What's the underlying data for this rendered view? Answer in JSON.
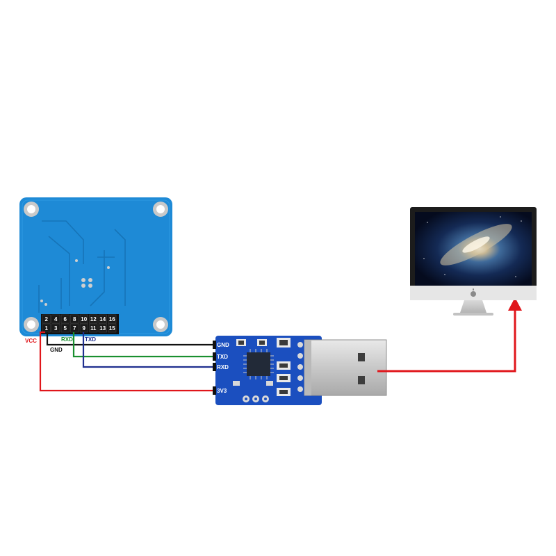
{
  "module": {
    "pin_numbers_top": [
      "2",
      "4",
      "6",
      "8",
      "10",
      "12",
      "14",
      "16"
    ],
    "pin_numbers_bottom": [
      "1",
      "3",
      "5",
      "7",
      "9",
      "11",
      "13",
      "15"
    ]
  },
  "labels": {
    "vcc": "VCC",
    "gnd": "GND",
    "rxd": "RXD",
    "txd": "TXD"
  },
  "adapter": {
    "pins": [
      "GND",
      "TXD",
      "RXD",
      "3V3"
    ]
  },
  "colors": {
    "vcc_wire": "#e0161b",
    "gnd_wire": "#111111",
    "rxd_wire": "#1a8f2f",
    "txd_wire": "#1f2f8f",
    "usb_link": "#e0161b",
    "board_blue": "#1e8ad6",
    "adapter_blue": "#1b4fbf"
  }
}
